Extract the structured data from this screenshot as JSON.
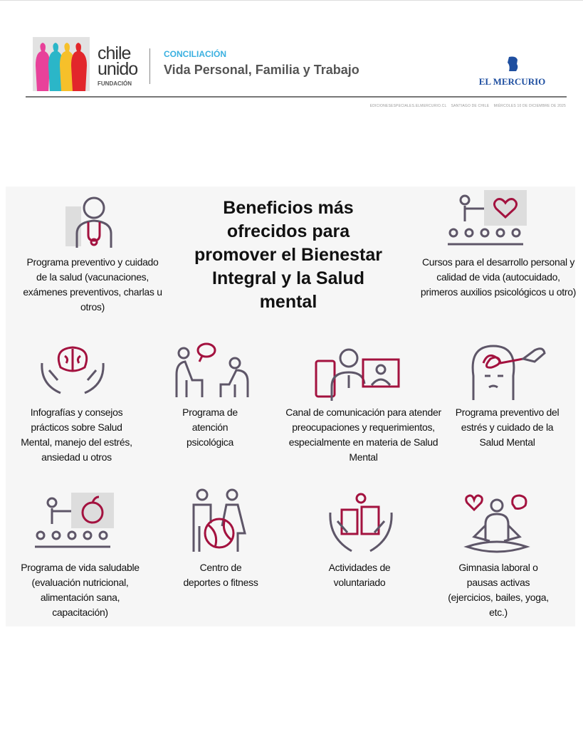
{
  "header": {
    "logo_text": "chile unido",
    "logo_sub": "FUNDACIÓN",
    "section": "CONCILIACIÓN",
    "title": "Vida Personal, Familia y Trabajo",
    "publisher": "EL MERCURIO",
    "dateline": "EDICIONESESPECIALES.ELMERCURIO.CL    SANTIAGO DE CHILE    MIÉRCOLES 10 DE DICIEMBRE DE 2025"
  },
  "infographic": {
    "title": "Beneficios más ofrecidos para promover el Bienestar Integral y la Salud mental",
    "items": [
      {
        "label": "Programa preventivo y cuidado de la salud (vacunaciones, exámenes preventivos, charlas u otros)",
        "icon": "doctor-icon"
      },
      {
        "label": "Cursos para el desarrollo personal y calidad de vida (autocuidado, primeros auxilios psicológicos u otro)",
        "icon": "presentation-heart-icon"
      },
      {
        "label": "Infografías y consejos prácticos sobre Salud Mental, manejo del estrés, ansiedad u otros",
        "icon": "brain-hands-icon"
      },
      {
        "label": "Programa de atención psicológica",
        "icon": "therapy-session-icon"
      },
      {
        "label": "Canal de comunicación para atender preocupaciones y requerimientos, especialmente en materia de Salud Mental",
        "icon": "video-call-icon"
      },
      {
        "label": "Programa preventivo del estrés y cuidado de la Salud Mental",
        "icon": "head-untangle-icon"
      },
      {
        "label": "Programa de vida saludable (evaluación nutricional, alimentación sana, capacitación)",
        "icon": "presentation-apple-icon"
      },
      {
        "label": "Centro de deportes o fitness",
        "icon": "sports-people-icon"
      },
      {
        "label": "Actividades de voluntariado",
        "icon": "volunteer-hands-icon"
      },
      {
        "label": "Gimnasia laboral o pausas activas (ejercicios, bailes, yoga, etc.)",
        "icon": "yoga-icon"
      }
    ]
  },
  "colors": {
    "icon_gray": "#5e5668",
    "icon_red": "#a3123f",
    "accent": "#3ab0e0",
    "mercurio": "#1f4fa0"
  }
}
